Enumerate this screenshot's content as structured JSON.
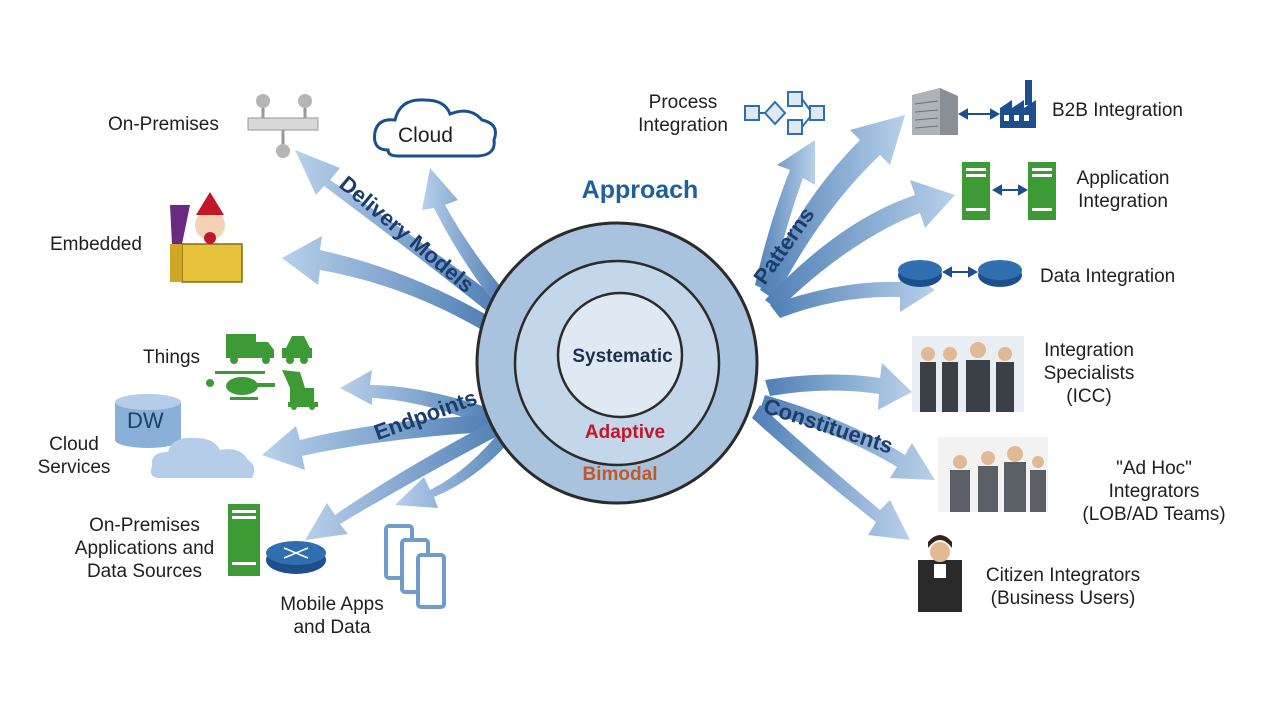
{
  "center": {
    "title": "Approach",
    "inner": "Systematic",
    "middle": "Adaptive",
    "outer": "Bimodal"
  },
  "branches": {
    "delivery_models": "Delivery Models",
    "patterns": "Patterns",
    "endpoints": "Endpoints",
    "constituents": "Constituents"
  },
  "delivery_models": {
    "on_premises": "On-Premises",
    "cloud": "Cloud",
    "embedded": "Embedded"
  },
  "patterns": {
    "process_integration": [
      "Process",
      "Integration"
    ],
    "b2b_integration": "B2B Integration",
    "application_integration": [
      "Application",
      "Integration"
    ],
    "data_integration": "Data Integration"
  },
  "endpoints": {
    "things": "Things",
    "dw": "DW",
    "cloud_services": [
      "Cloud",
      "Services"
    ],
    "on_premises_apps": [
      "On-Premises",
      "Applications and",
      "Data Sources"
    ],
    "mobile": [
      "Mobile Apps",
      "and Data"
    ]
  },
  "constituents": {
    "integration_specialists": [
      "Integration",
      "Specialists",
      "(ICC)"
    ],
    "ad_hoc": [
      "\"Ad Hoc\"",
      "Integrators",
      "(LOB/AD Teams)"
    ],
    "citizen": [
      "Citizen Integrators",
      "(Business Users)"
    ]
  },
  "icons": [
    "pipeline-icon",
    "cloud-icon",
    "jack-in-the-box-icon",
    "process-flow-icon",
    "office-building-icon",
    "factory-icon",
    "server-icon",
    "router-icon",
    "truck-icon",
    "car-icon",
    "helicopter-icon",
    "excavator-icon",
    "database-icon",
    "mobile-phone-icon",
    "people-photo-icon"
  ],
  "colors": {
    "arrow_blue": "#6f9cc8",
    "ring_outer": "#a9c3df",
    "ring_middle": "#c3d6ea",
    "ring_inner": "#dfe9f4",
    "approach_title": "#1f5f9a",
    "branch_text": "#1c3c6c",
    "adaptive": "#c0182a",
    "bimodal": "#c0592a",
    "icon_green": "#3d9b35",
    "icon_blue": "#1d4f8c"
  }
}
